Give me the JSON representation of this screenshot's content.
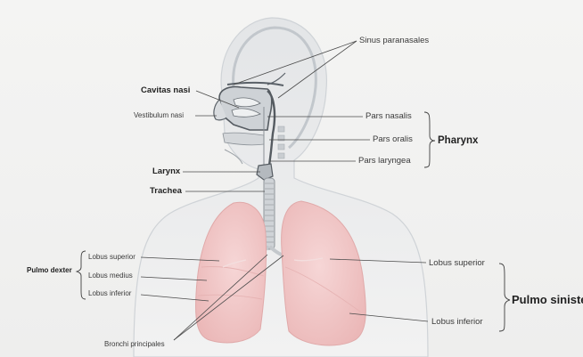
{
  "labels": {
    "sinus_paranasales": "Sinus paranasales",
    "cavitas_nasi": "Cavitas nasi",
    "vestibulum_nasi": "Vestibulum nasi",
    "pars_nasalis": "Pars nasalis",
    "pars_oralis": "Pars oralis",
    "pars_laryngea": "Pars laryngea",
    "pharynx": "Pharynx",
    "larynx": "Larynx",
    "trachea": "Trachea",
    "pulmo_dexter": "Pulmo dexter",
    "lobus_superior_dexter": "Lobus superior",
    "lobus_medius": "Lobus medius",
    "lobus_inferior_dexter": "Lobus inferior",
    "lobus_superior_sinister": "Lobus superior",
    "lobus_inferior_sinister": "Lobus inferior",
    "pulmo_sinister": "Pulmo siniste",
    "bronchi_principales": "Bronchi principales"
  },
  "colors": {
    "background": "#f2f2f1",
    "body_silhouette": "#d9dcdf",
    "airway_fill": "#c7cbcf",
    "lung_fill": "#f0c4c4",
    "lung_stroke": "#e0a9a9",
    "leader_line": "#4a4a4a"
  }
}
